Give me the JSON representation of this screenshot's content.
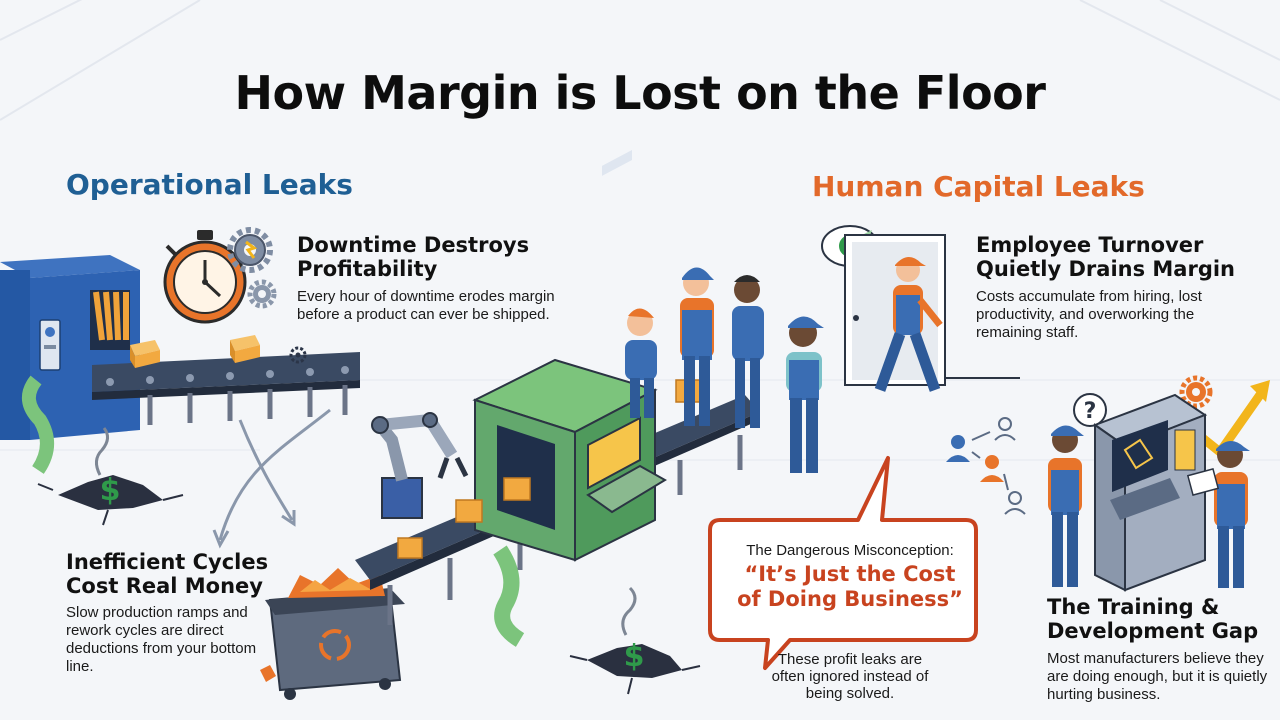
{
  "title": "How Margin is Lost on the Floor",
  "sections": {
    "operational": {
      "heading": "Operational Leaks",
      "downtime": {
        "title": "Downtime Destroys Profitability",
        "text": "Every hour of downtime erodes margin before a product can ever be shipped."
      },
      "cycles": {
        "title": "Inefficient Cycles Cost Real Money",
        "text": "Slow production ramps and rework cycles are direct deductions from your bottom line."
      }
    },
    "human_capital": {
      "heading": "Human Capital Leaks",
      "turnover": {
        "title": "Employee Turnover Quietly Drains Margin",
        "text": "Costs accumulate from hiring, lost productivity, and overworking the remaining staff."
      },
      "training": {
        "title": "The Training & Development Gap",
        "text": "Most manufacturers believe they are doing enough, but it is quietly hurting business."
      }
    }
  },
  "callout": {
    "label": "The Dangerous Misconception:",
    "quote": "“It’s Just the Cost of Doing Business”",
    "note": "These profit leaks are often ignored instead of being solved."
  },
  "icons": {
    "dollar_glyph": "$",
    "question_glyph": "?"
  },
  "colors": {
    "operational_heading": "#1f5f94",
    "human_capital_heading": "#e2692a",
    "quote_text": "#c8431f",
    "callout_border": "#c8431f",
    "worker_uniform": "#3a6db3",
    "machine_green": "#63a86d",
    "machine_blue": "#2d5fa6",
    "stopwatch_orange": "#e8742a"
  }
}
